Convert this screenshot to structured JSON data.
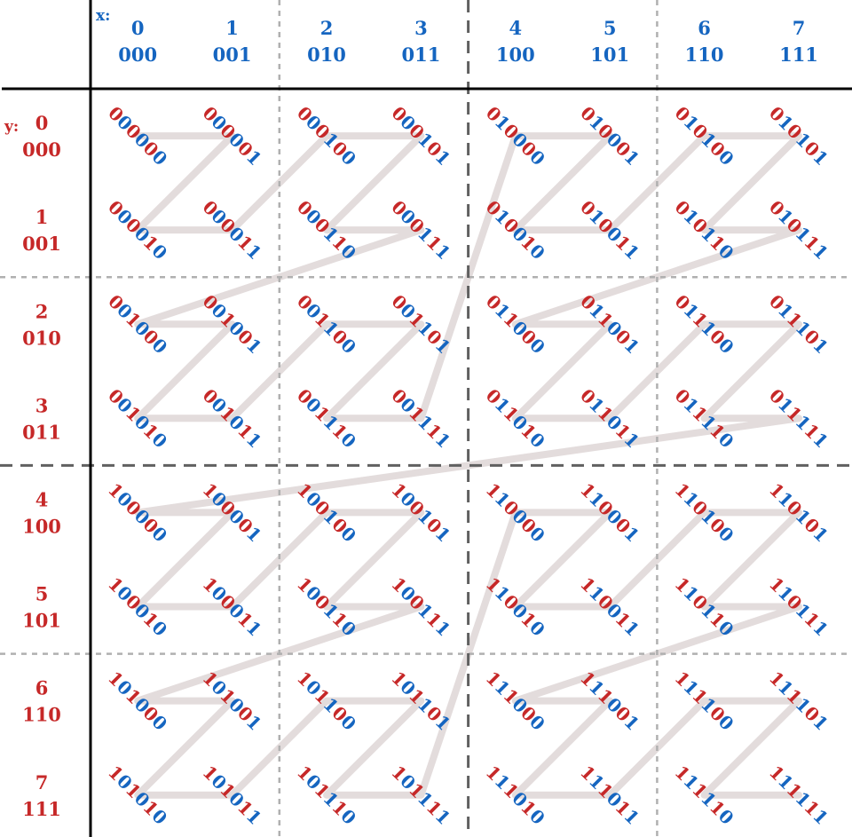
{
  "colors": {
    "x_bits": "#1565c0",
    "y_bits": "#c62828",
    "curve": "#e3dcdc",
    "minor_grid": "#b0b0b0",
    "major_grid": "#606060",
    "axis": "#000000"
  },
  "x_axis": {
    "tag": "x:",
    "columns": [
      {
        "dec": "0",
        "bin": "000"
      },
      {
        "dec": "1",
        "bin": "001"
      },
      {
        "dec": "2",
        "bin": "010"
      },
      {
        "dec": "3",
        "bin": "011"
      },
      {
        "dec": "4",
        "bin": "100"
      },
      {
        "dec": "5",
        "bin": "101"
      },
      {
        "dec": "6",
        "bin": "110"
      },
      {
        "dec": "7",
        "bin": "111"
      }
    ]
  },
  "y_axis": {
    "tag": "y:",
    "rows": [
      {
        "dec": "0",
        "bin": "000"
      },
      {
        "dec": "1",
        "bin": "001"
      },
      {
        "dec": "2",
        "bin": "010"
      },
      {
        "dec": "3",
        "bin": "011"
      },
      {
        "dec": "4",
        "bin": "100"
      },
      {
        "dec": "5",
        "bin": "101"
      },
      {
        "dec": "6",
        "bin": "110"
      },
      {
        "dec": "7",
        "bin": "111"
      }
    ]
  },
  "cells": [
    [
      "000000",
      "000001",
      "000100",
      "000101",
      "010000",
      "010001",
      "010100",
      "010101"
    ],
    [
      "000010",
      "000011",
      "000110",
      "000111",
      "010010",
      "010011",
      "010110",
      "010111"
    ],
    [
      "001000",
      "001001",
      "001100",
      "001101",
      "011000",
      "011001",
      "011100",
      "011101"
    ],
    [
      "001010",
      "001011",
      "001110",
      "001111",
      "011010",
      "011011",
      "011110",
      "011111"
    ],
    [
      "100000",
      "100001",
      "100100",
      "100101",
      "110000",
      "110001",
      "110100",
      "110101"
    ],
    [
      "100010",
      "100011",
      "100110",
      "100111",
      "110010",
      "110011",
      "110110",
      "110111"
    ],
    [
      "101000",
      "101001",
      "101100",
      "101101",
      "111000",
      "111001",
      "111100",
      "111101"
    ],
    [
      "101010",
      "101011",
      "101110",
      "101111",
      "111010",
      "111011",
      "111110",
      "111111"
    ]
  ]
}
